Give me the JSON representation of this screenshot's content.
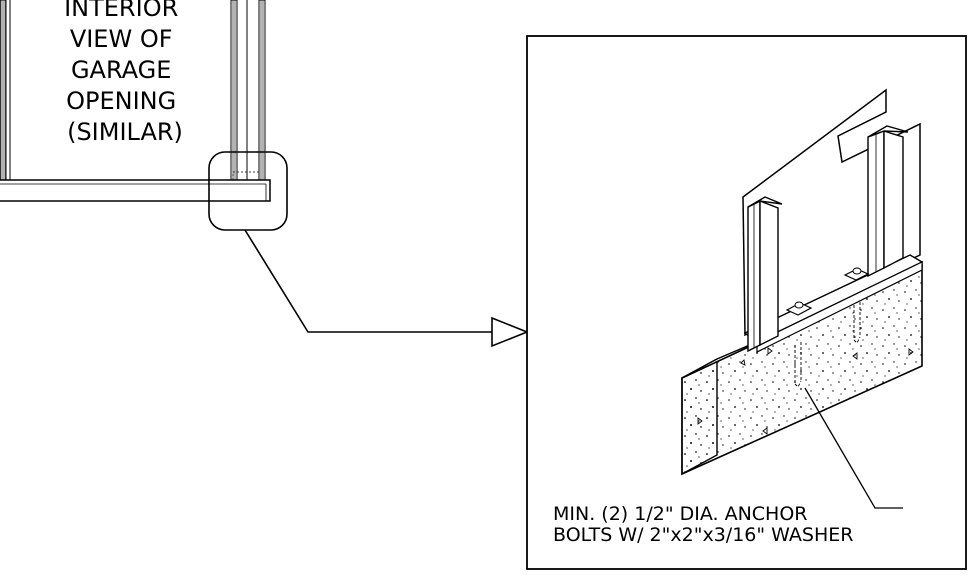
{
  "left_label": {
    "lines": [
      "INTERIOR",
      "VIEW OF",
      "GARAGE",
      "OPENING",
      "(SIMILAR)"
    ]
  },
  "callout": {
    "lines": [
      "MIN. (2) 1/2\" DIA. ANCHOR",
      "BOLTS W/ 2\"x2\"x3/16\" WASHER"
    ]
  },
  "colors": {
    "line": "#000000",
    "background": "#ffffff"
  }
}
